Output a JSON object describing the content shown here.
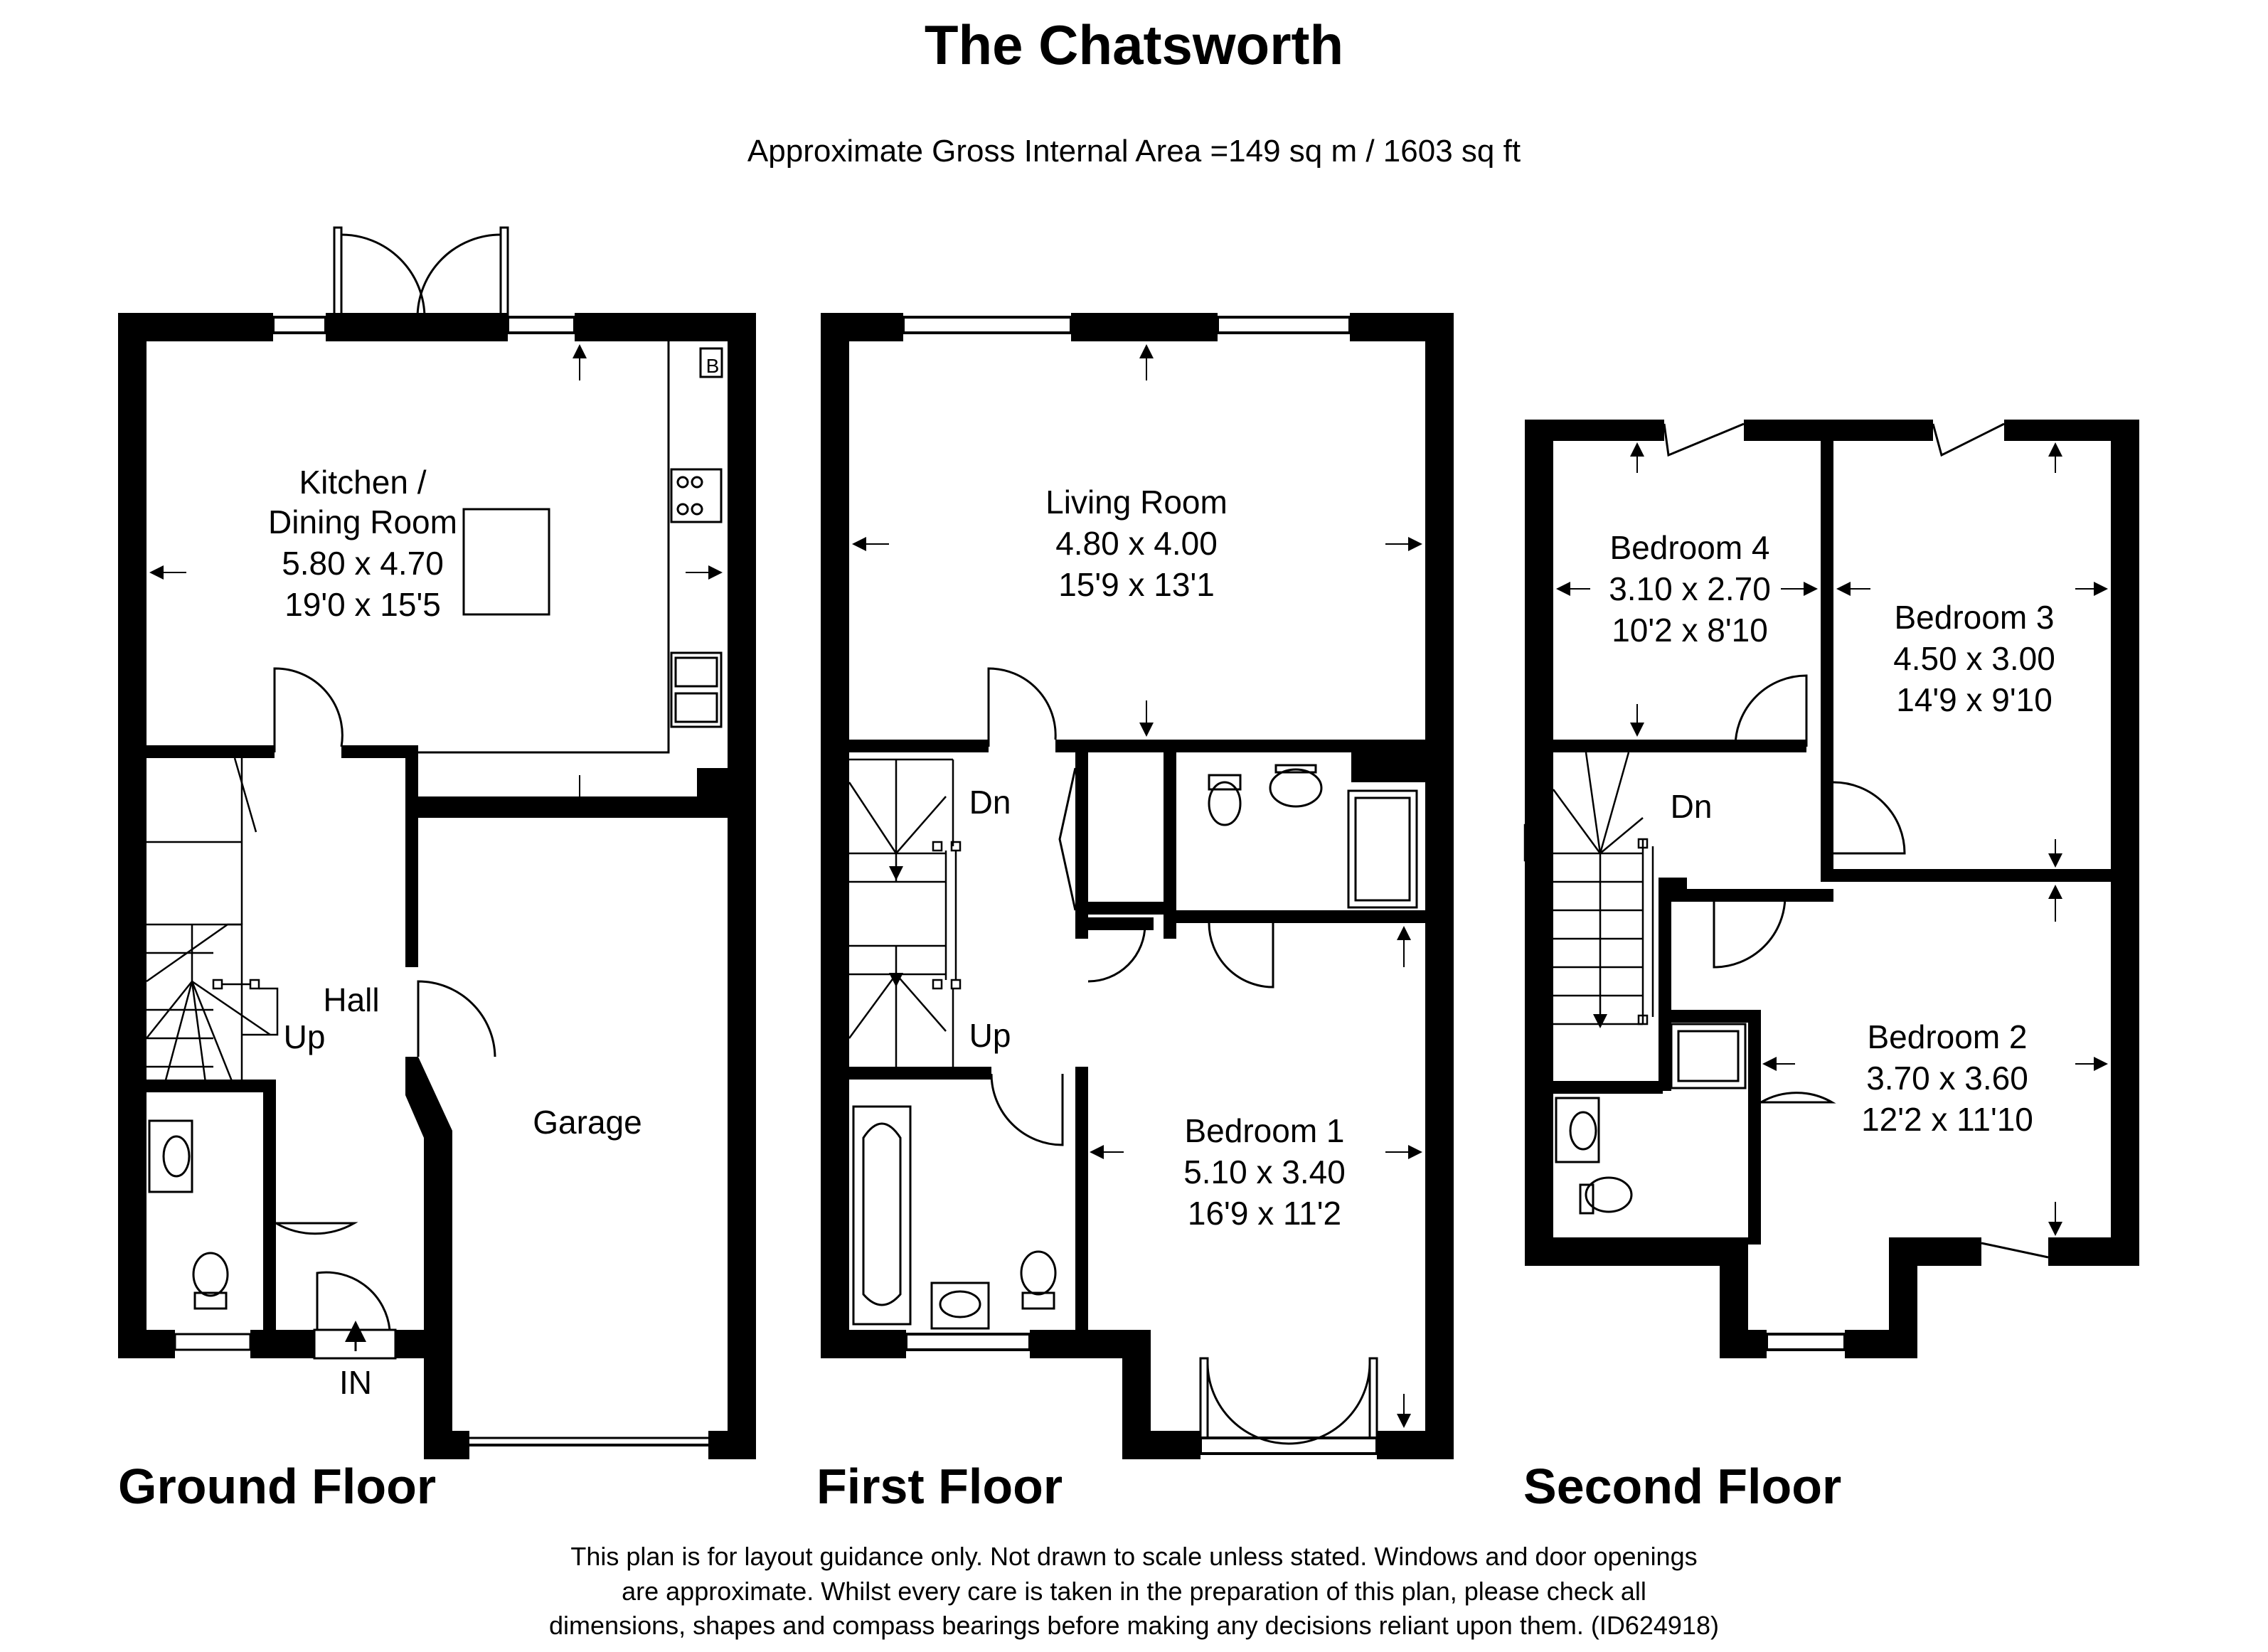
{
  "title": "The Chatsworth",
  "subtitle": "Approximate Gross Internal Area =149 sq m / 1603 sq ft",
  "floors": {
    "ground": "Ground Floor",
    "first": "First Floor",
    "second": "Second Floor"
  },
  "rooms": {
    "kitchen": {
      "name_line1": "Kitchen  /",
      "name_line2": "Dining Room",
      "metric": "5.80 x 4.70",
      "imperial": "19'0 x 15'5"
    },
    "hall": {
      "name": "Hall"
    },
    "garage": {
      "name": "Garage"
    },
    "living": {
      "name": "Living Room",
      "metric": "4.80 x 4.00",
      "imperial": "15'9 x 13'1"
    },
    "bedroom1": {
      "name": "Bedroom 1",
      "metric": "5.10 x 3.40",
      "imperial": "16'9 x 11'2"
    },
    "bedroom2": {
      "name": "Bedroom 2",
      "metric": "3.70 x 3.60",
      "imperial": "12'2 x 11'10"
    },
    "bedroom3": {
      "name": "Bedroom 3",
      "metric": "4.50 x 3.00",
      "imperial": "14'9 x 9'10"
    },
    "bedroom4": {
      "name": "Bedroom 4",
      "metric": "3.10 x 2.70",
      "imperial": "10'2 x 8'10"
    }
  },
  "labels": {
    "up_ground": "Up",
    "up_first": "Up",
    "dn_first": "Dn",
    "dn_second": "Dn",
    "entrance": "IN",
    "boiler": "B"
  },
  "disclaimer": [
    "This plan is for layout guidance only. Not drawn to scale unless stated. Windows and door openings",
    "are approximate. Whilst every care is taken in the preparation of this plan, please check all",
    "dimensions, shapes and compass bearings before making any decisions reliant upon them. (ID624918)"
  ]
}
